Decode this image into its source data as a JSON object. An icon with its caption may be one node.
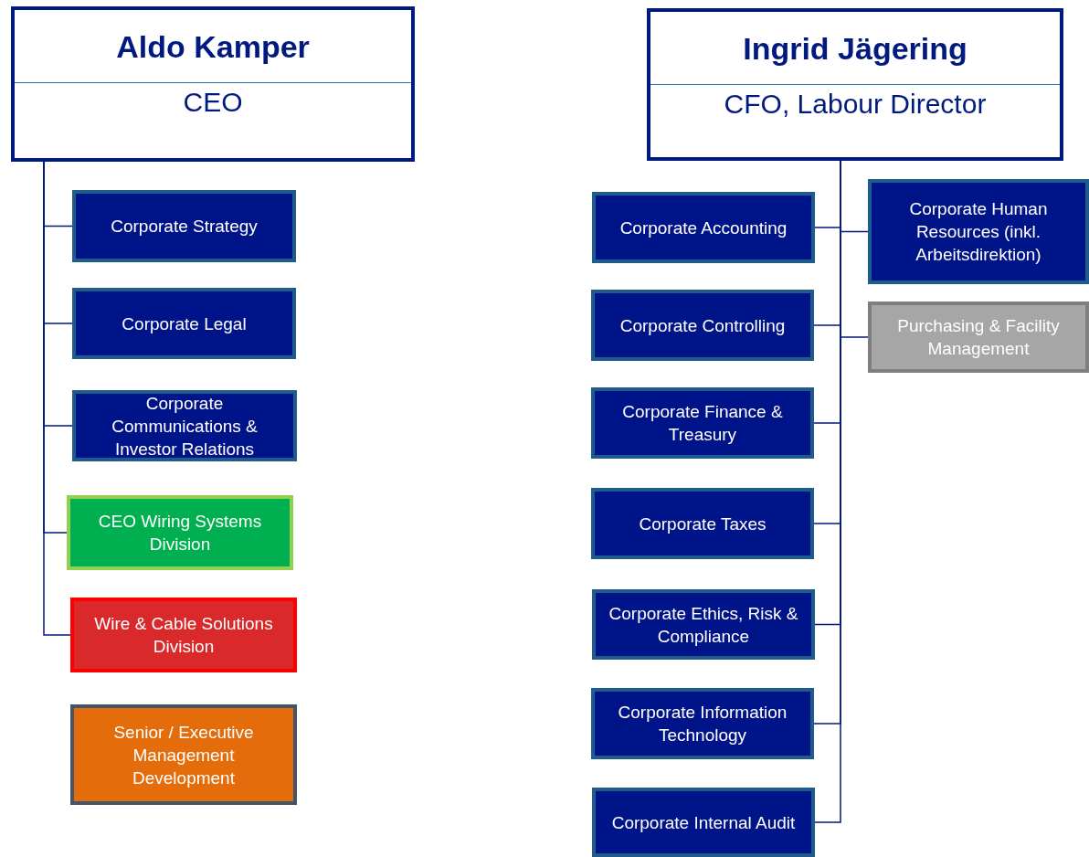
{
  "diagram": {
    "nodes": [
      {
        "text": [
          "Aldo Kamper",
          "CEO"
        ]
      },
      {
        "text": [
          "Corporate Strategy"
        ]
      },
      {
        "text": [
          "Corporate Legal"
        ]
      },
      {
        "text": [
          "Corporate Communications & Investor Relations"
        ]
      },
      {
        "text": [
          "CEO Wiring Systems Division"
        ]
      },
      {
        "text": [
          "Wire & Cable Solutions Division"
        ]
      },
      {
        "text": [
          "Senior / Executive Management Development"
        ]
      },
      {
        "text": [
          "Ingrid Jägering",
          "CFO, Labour Director"
        ]
      },
      {
        "text": [
          "Corporate Accounting"
        ]
      },
      {
        "text": [
          "Corporate Human Resources (inkl. Arbeitsdirektion)"
        ]
      },
      {
        "text": [
          "Corporate Controlling"
        ]
      },
      {
        "text": [
          "Purchasing & Facility Management"
        ]
      },
      {
        "text": [
          "Corporate Finance & Treasury"
        ]
      },
      {
        "text": [
          "Corporate Taxes"
        ]
      },
      {
        "text": [
          "Corporate Ethics, Risk & Compliance"
        ]
      },
      {
        "text": [
          "Corporate Information Technology"
        ]
      },
      {
        "text": [
          "Corporate Internal Audit"
        ]
      }
    ],
    "edges": [
      {
        "from": 0,
        "to": 1,
        "arrow": "none"
      },
      {
        "from": 0,
        "to": 2,
        "arrow": "none"
      },
      {
        "from": 0,
        "to": 3,
        "arrow": "none"
      },
      {
        "from": 0,
        "to": 4,
        "arrow": "none"
      },
      {
        "from": 0,
        "to": 5,
        "arrow": "none"
      },
      {
        "from": 7,
        "to": 8,
        "arrow": "none"
      },
      {
        "from": 7,
        "to": 9,
        "arrow": "none"
      },
      {
        "from": 7,
        "to": 10,
        "arrow": "none"
      },
      {
        "from": 7,
        "to": 11,
        "arrow": "none"
      },
      {
        "from": 7,
        "to": 12,
        "arrow": "none"
      },
      {
        "from": 7,
        "to": 13,
        "arrow": "none"
      },
      {
        "from": 7,
        "to": 14,
        "arrow": "none"
      },
      {
        "from": 7,
        "to": 15,
        "arrow": "none"
      },
      {
        "from": 7,
        "to": 16,
        "arrow": "none"
      }
    ]
  }
}
